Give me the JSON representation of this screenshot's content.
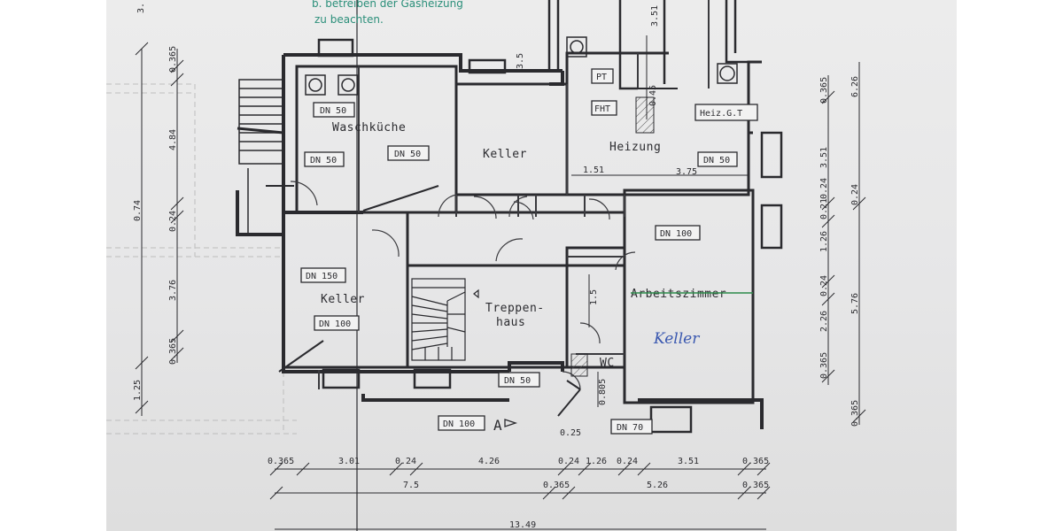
{
  "notes": {
    "gas_line1": "b. betreiben der Gasheizung",
    "gas_line2": "zu beachten."
  },
  "rooms": {
    "waschkueche": "Waschküche",
    "keller_top": "Keller",
    "heizung": "Heizung",
    "keller_left": "Keller",
    "treppenhaus_1": "Treppen-",
    "treppenhaus_2": "haus",
    "arbeitszimmer": "Arbeitszimmer",
    "wc": "WC",
    "handwritten": "Keller"
  },
  "pipes": [
    "DN 50",
    "DN 50",
    "DN 50",
    "DN 50",
    "DN 100",
    "DN 150",
    "DN 100",
    "DN 50",
    "DN 100",
    "DN 70"
  ],
  "equipment": {
    "pt": "PT",
    "fht": "FHT",
    "heiz": "Heiz.G.T"
  },
  "section_marker": "A",
  "dims_inner": {
    "d_351_top": "3.51",
    "d_045": "0.45",
    "d_151": "1.51",
    "d_375": "3.75",
    "d_15": "1.5",
    "d_0805": "0.805",
    "d_025": "0.25",
    "d_35": "3.5"
  },
  "dims_left": [
    "3.",
    "0.365",
    "4.84",
    "0.74",
    "0.24",
    "3.76",
    "0.365",
    "1.25"
  ],
  "dims_right": [
    "0.365",
    "3.51",
    "0.24",
    "0.21",
    "1.26",
    "0.24",
    "2.26",
    "0.365",
    "6.26",
    "0.24",
    "5.76",
    "0.365"
  ],
  "dims_bottom_row1": [
    "0.365",
    "3.01",
    "0.24",
    "4.26",
    "0.24",
    "1.26",
    "0.24",
    "3.51",
    "0.365"
  ],
  "dims_bottom_row2": [
    "7.5",
    "0.365",
    "5.26",
    "0.365"
  ],
  "dims_bottom_row3": [
    "13.49"
  ]
}
